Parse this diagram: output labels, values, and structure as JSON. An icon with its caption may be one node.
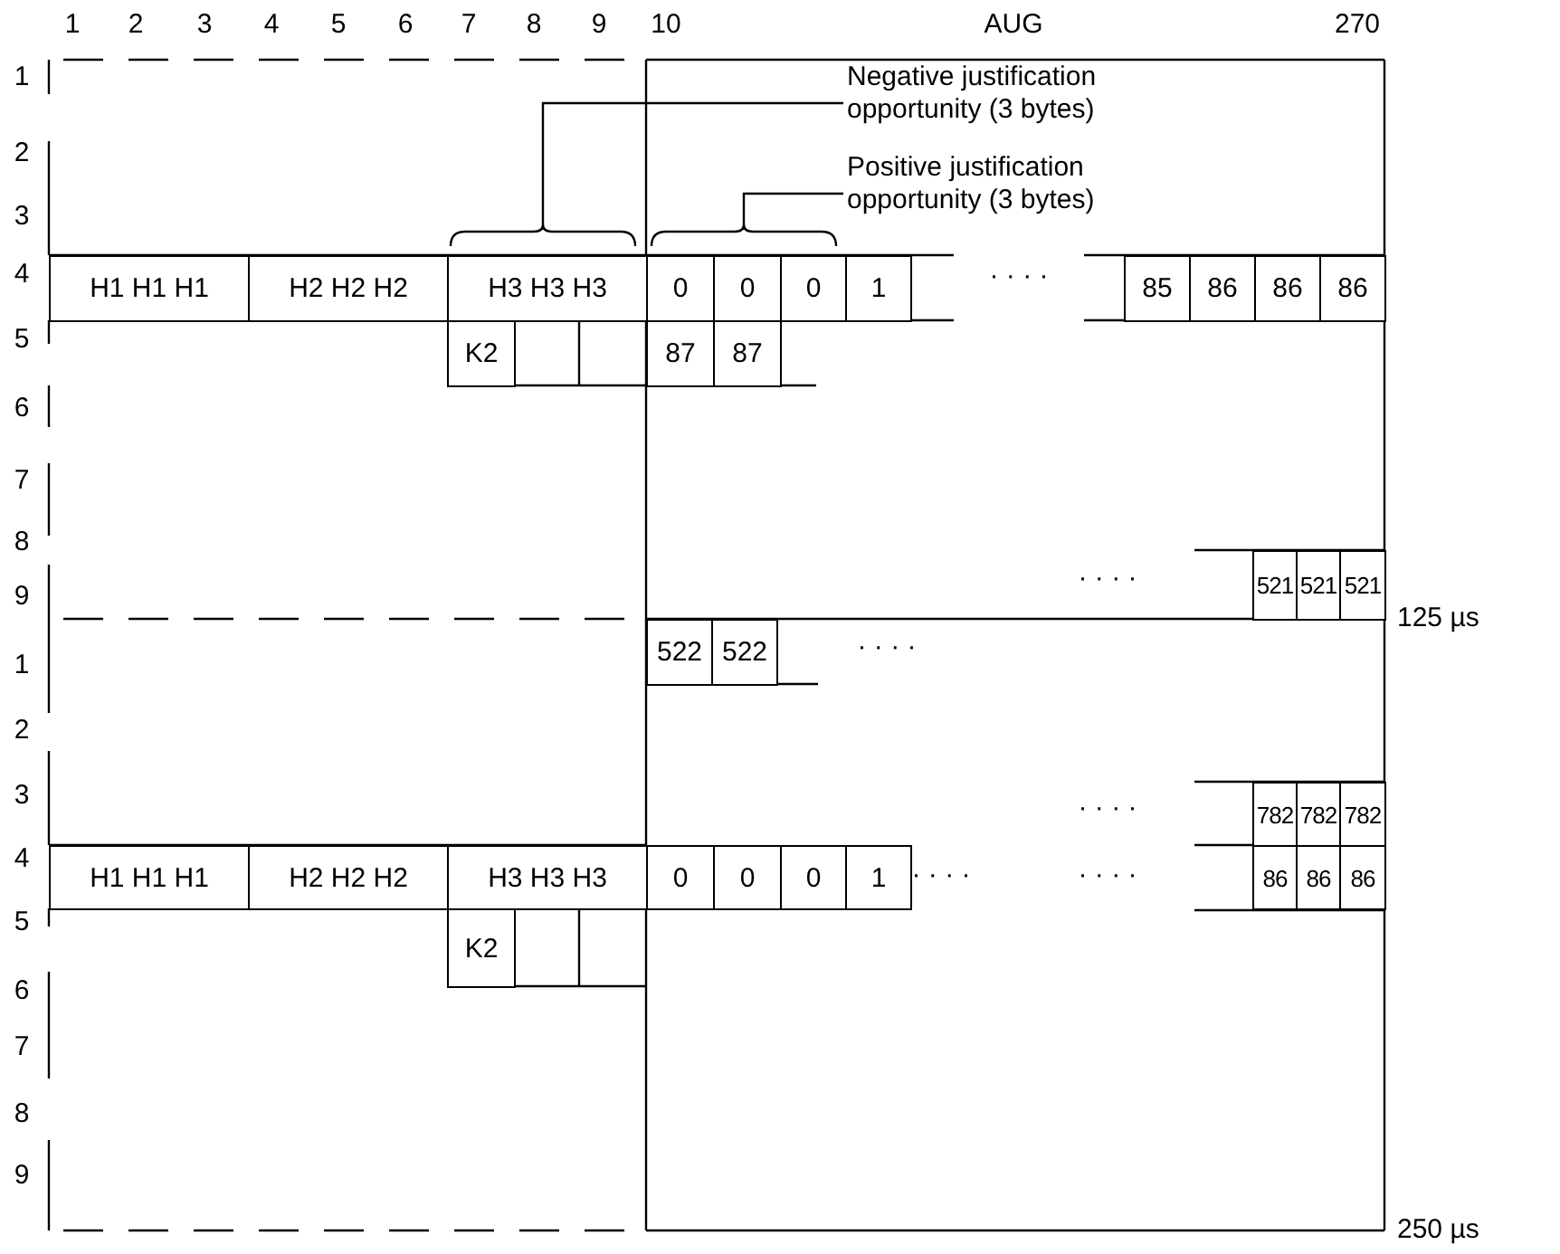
{
  "diagram": {
    "nodes": [
      {
        "text": [
          "Negative justification opportunity (3 bytes)"
        ]
      },
      {
        "text": [
          "Positive justification opportunity (3 bytes)"
        ]
      },
      {
        "text": [],
        "shape": "brace"
      },
      {
        "text": [],
        "shape": "brace"
      }
    ],
    "edges": [
      {
        "from": 0,
        "to": 2,
        "arrow": "none"
      },
      {
        "from": 1,
        "to": 3,
        "arrow": "none"
      }
    ],
    "labels": [
      "1",
      "2",
      "3",
      "4",
      "5",
      "6",
      "7",
      "8",
      "9",
      "10",
      "AUG",
      "270",
      "1",
      "2",
      "3",
      "4",
      "H1 H1 H1",
      "H2 H2 H2",
      "H3 H3 H3",
      "0",
      "0",
      "0",
      "1",
      "· · · ·",
      "85",
      "86",
      "86",
      "86",
      "5",
      "K2",
      "87",
      "87",
      "6",
      "7",
      "8",
      "9",
      "· · · ·",
      "521",
      "521",
      "521",
      "125 µs",
      "1",
      "522",
      "522",
      "· · · ·",
      "2",
      "3",
      "· · · ·",
      "782",
      "782",
      "782",
      "4",
      "H1 H1 H1",
      "H2 H2 H2",
      "H3 H3 H3",
      "0",
      "0",
      "0",
      "1",
      "· · · ·",
      "· · · ·",
      "86",
      "86",
      "86",
      "5",
      "K2",
      "6",
      "7",
      "8",
      "9",
      "250 µs"
    ]
  }
}
